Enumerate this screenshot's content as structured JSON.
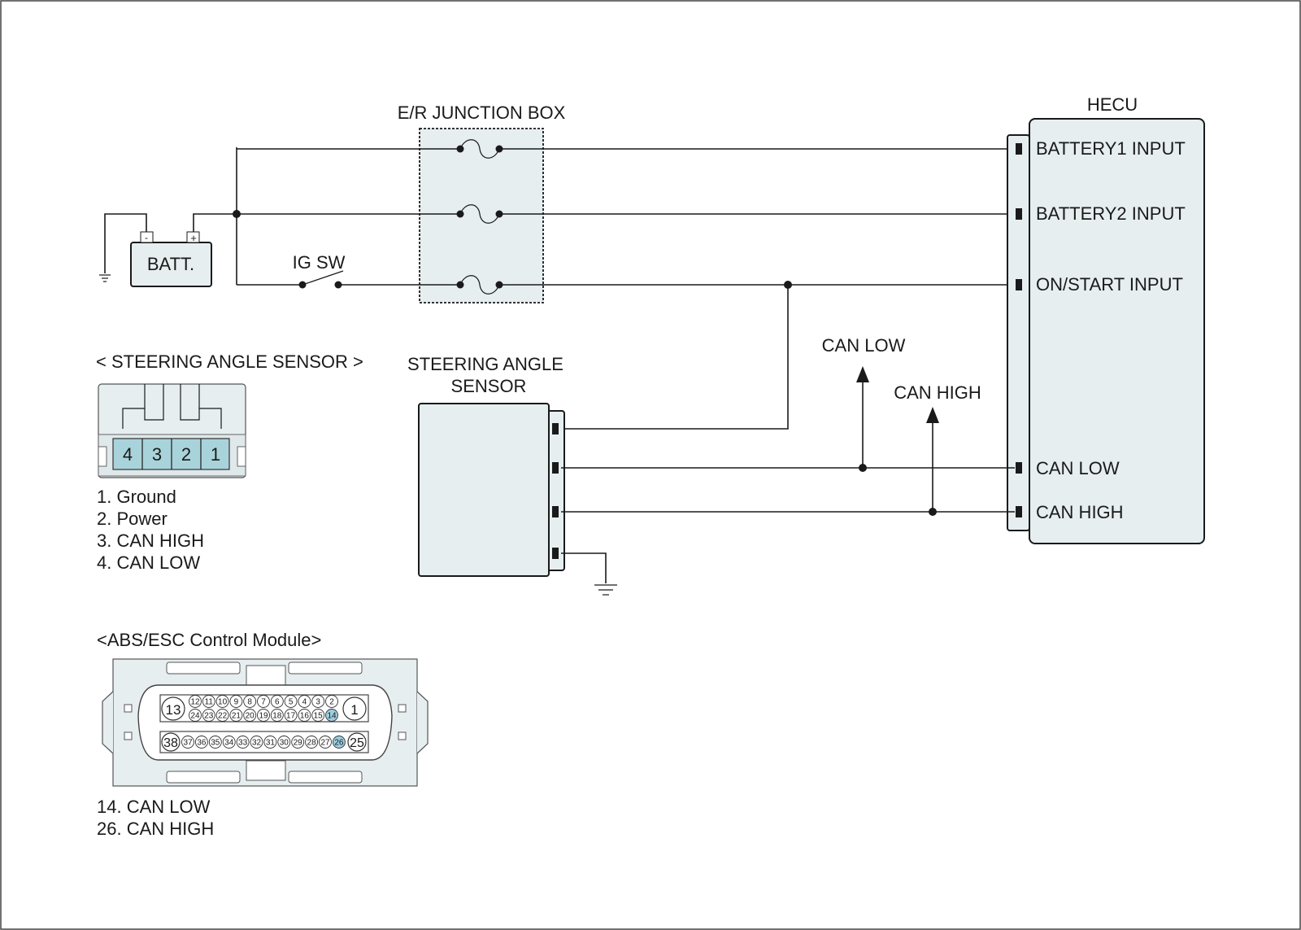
{
  "junction_box": {
    "title": "E/R JUNCTION BOX"
  },
  "battery": {
    "label": "BATT.",
    "neg": "-",
    "pos": "+"
  },
  "ig_switch": {
    "label": "IG SW"
  },
  "hecu": {
    "title": "HECU",
    "inputs": [
      "BATTERY1 INPUT",
      "BATTERY2 INPUT",
      "ON/START INPUT",
      "CAN LOW",
      "CAN HIGH"
    ]
  },
  "sensor_box": {
    "title_line1": "STEERING ANGLE",
    "title_line2": "SENSOR"
  },
  "can_arrows": {
    "low": "CAN LOW",
    "high": "CAN HIGH"
  },
  "sas_connector": {
    "title": "< STEERING ANGLE SENSOR >",
    "pins": [
      "4",
      "3",
      "2",
      "1"
    ],
    "legend": [
      "1. Ground",
      "2. Power",
      "3. CAN HIGH",
      "4. CAN LOW"
    ]
  },
  "abs_connector": {
    "title": "<ABS/ESC Control Module>",
    "row1_big_left": "13",
    "row1_big_right": "1",
    "row1_top": [
      "12",
      "11",
      "10",
      "9",
      "8",
      "7",
      "6",
      "5",
      "4",
      "3",
      "2"
    ],
    "row1_bottom": [
      "24",
      "23",
      "22",
      "21",
      "20",
      "19",
      "18",
      "17",
      "16",
      "15",
      "14"
    ],
    "row2_big_left": "38",
    "row2_big_right": "25",
    "row2": [
      "37",
      "36",
      "35",
      "34",
      "33",
      "32",
      "31",
      "30",
      "29",
      "28",
      "27",
      "26"
    ],
    "highlight": [
      "14",
      "26"
    ],
    "legend": [
      "14. CAN LOW",
      "26. CAN HIGH"
    ]
  },
  "colors": {
    "fill": "#e6eef0",
    "pin_fill": "#a9d3da",
    "highlight": "#9ccfe0",
    "line": "#1a1a1a"
  }
}
